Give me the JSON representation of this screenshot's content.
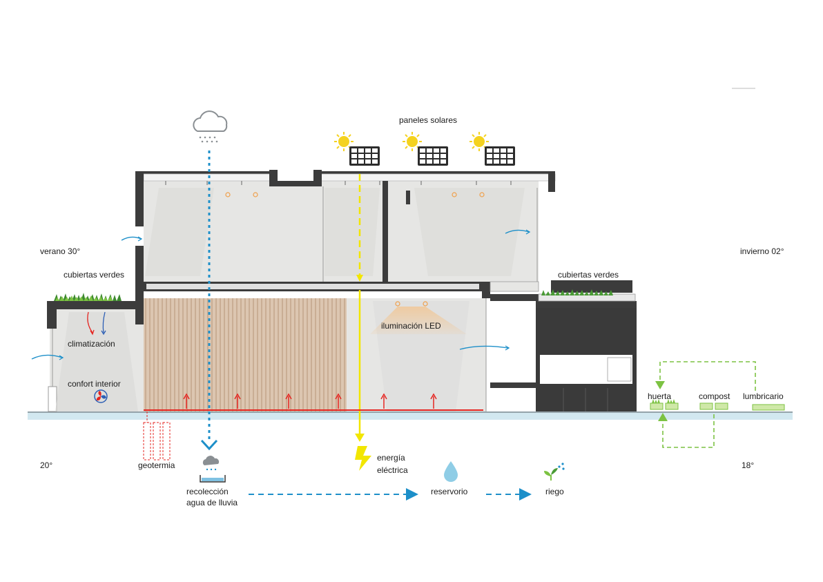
{
  "labels": {
    "solar_panels": "paneles solares",
    "summer": "verano 30°",
    "winter": "invierno 02°",
    "green_roof_left": "cubiertas verdes",
    "green_roof_right": "cubiertas verdes",
    "climate": "climatización",
    "comfort": "confort interior",
    "led": "iluminación LED",
    "geothermal": "geotermia",
    "temp_left": "20°",
    "temp_right": "18°",
    "energy_line1": "energía",
    "energy_line2": "eléctrica",
    "rain_line1": "recolección",
    "rain_line2": "agua de lluvia",
    "reservoir": "reservorio",
    "irrigation": "riego",
    "garden": "huerta",
    "compost": "compost",
    "worm": "lumbricario"
  },
  "colors": {
    "wall": "#3c3c3c",
    "interior": "#e8e8e6",
    "wood": "#d8c1ac",
    "ground": "#cfe6ef",
    "water": "#1d8fc9",
    "heat": "#e52521",
    "energy": "#f2e600",
    "green": "#7cc242",
    "sun": "#f4d21f",
    "led": "#f0a04b"
  },
  "icons": [
    "rain-cloud-icon",
    "sun-icon",
    "solar-panel-icon",
    "lightning-icon",
    "water-drop-icon",
    "sprout-icon",
    "fan-icon",
    "rain-collector-icon"
  ]
}
